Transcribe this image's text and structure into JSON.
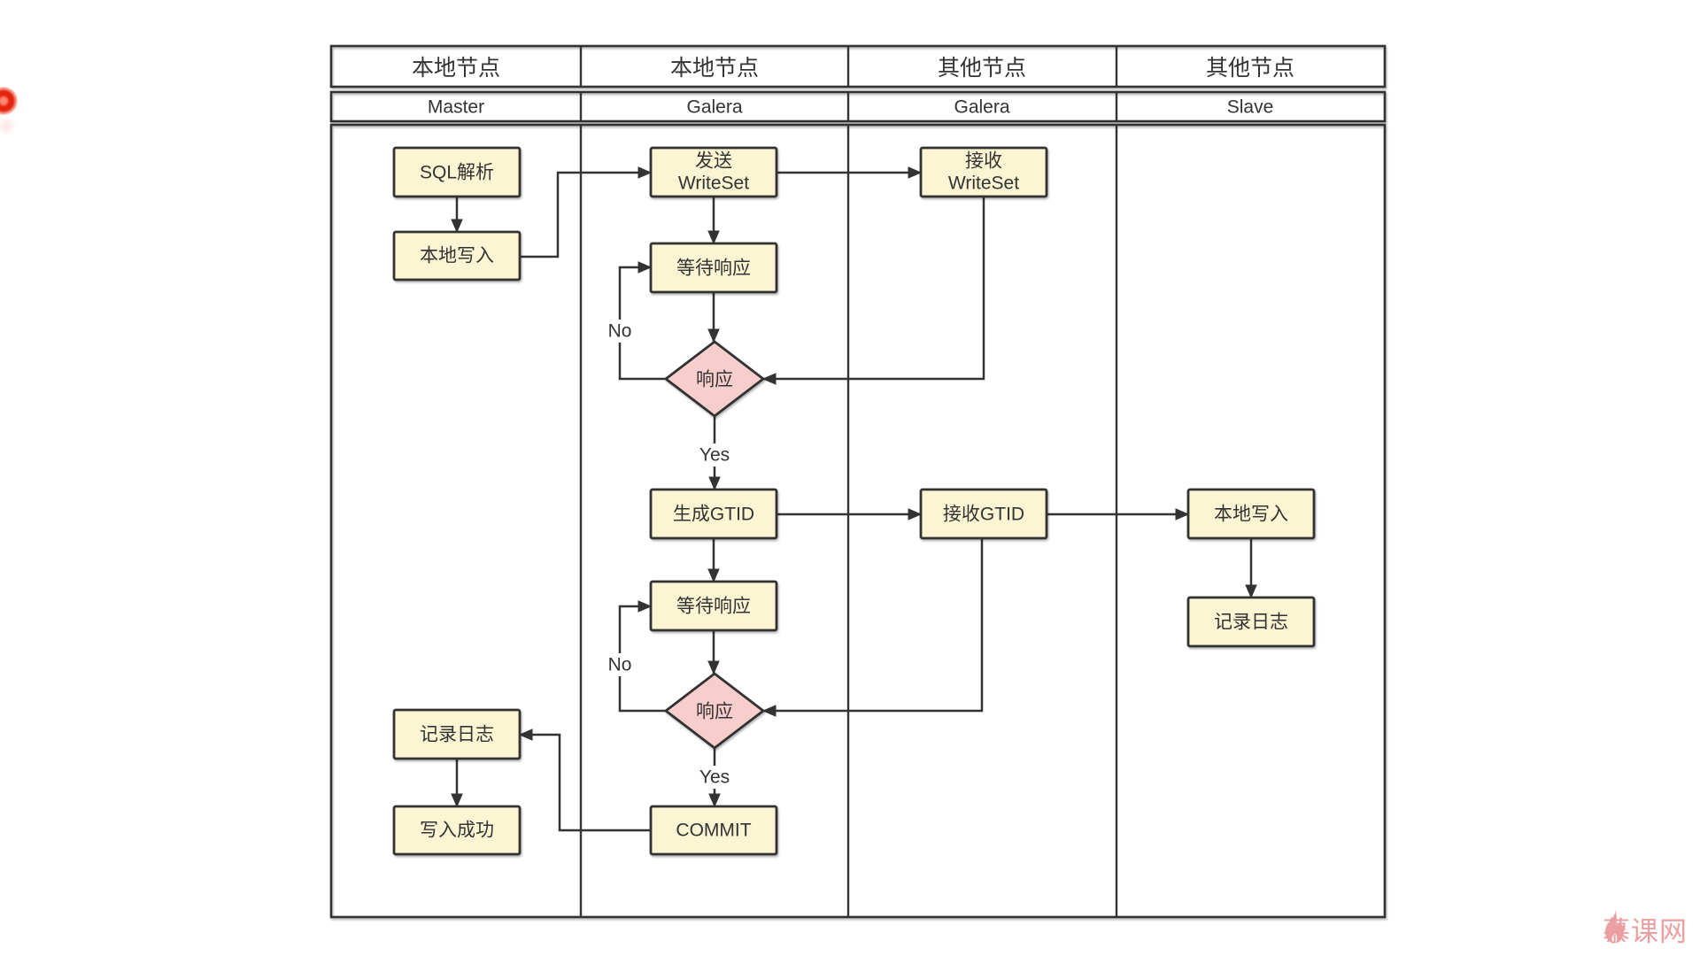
{
  "diagram": {
    "lanes": [
      {
        "title": "本地节点",
        "label": "Master"
      },
      {
        "title": "本地节点",
        "label": "Galera"
      },
      {
        "title": "其他节点",
        "label": "Galera"
      },
      {
        "title": "其他节点",
        "label": "Slave"
      }
    ],
    "nodes": {
      "sql_parse": "SQL解析",
      "local_write_master": "本地写入",
      "send_writeset": {
        "line1": "发送",
        "line2": "WriteSet"
      },
      "recv_writeset": {
        "line1": "接收",
        "line2": "WriteSet"
      },
      "wait_response_1": "等待响应",
      "response_1": "响应",
      "gen_gtid": "生成GTID",
      "recv_gtid": "接收GTID",
      "local_write_slave": "本地写入",
      "log_slave": "记录日志",
      "wait_response_2": "等待响应",
      "response_2": "响应",
      "commit": "COMMIT",
      "log_master": "记录日志",
      "write_success": "写入成功"
    },
    "edge_labels": {
      "no_1": "No",
      "yes_1": "Yes",
      "no_2": "No",
      "yes_2": "Yes"
    },
    "colors": {
      "process_fill": "#FBF5D3",
      "decision_fill": "#F8CECC",
      "stroke": "#333333",
      "watermark_pink": "#EC9FA0",
      "recording_dot_red": "#E6250E"
    }
  },
  "watermark": {
    "text": "慕课网",
    "icon": "flame-icon"
  }
}
